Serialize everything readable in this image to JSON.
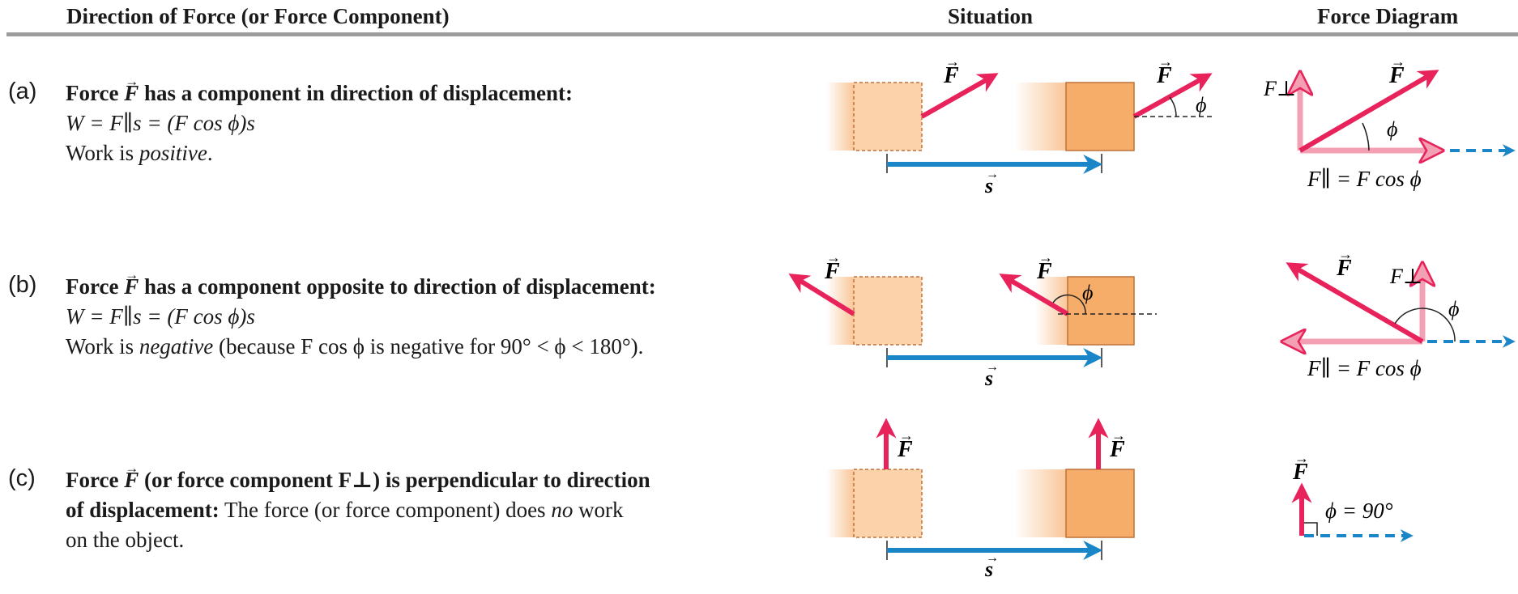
{
  "headers": {
    "direction": "Direction of Force (or Force Component)",
    "situation": "Situation",
    "force_diagram": "Force Diagram"
  },
  "rows": [
    {
      "letter": "(a)",
      "line1_pre": "Force ",
      "line1_vec": "F",
      "line1_post": " has a component in direction of displacement:",
      "formula": "W = F∥s = (F cos ϕ)s",
      "line3_pre": "Work is ",
      "line3_em": "positive",
      "line3_post": "."
    },
    {
      "letter": "(b)",
      "line1_pre": "Force ",
      "line1_vec": "F",
      "line1_post": " has a component opposite to direction of displacement:",
      "formula": "W = F∥s = (F cos ϕ)s",
      "line3_pre": "Work is ",
      "line3_em": "negative",
      "line3_post": " (because F cos ϕ is negative for 90° < ϕ < 180°)."
    },
    {
      "letter": "(c)",
      "line1_pre": "Force ",
      "line1_vec": "F",
      "line1_post": " (or force component F⊥) is perpendicular to direction",
      "line2_bold": "of displacement:",
      "line2_rest": " The force (or force component) does ",
      "line2_em": "no",
      "line2_post": " work",
      "line3": "on the object."
    }
  ],
  "labels": {
    "force": "F",
    "displacement": "s",
    "phi": "ϕ",
    "f_perp": "F⊥",
    "f_parallel_eq": "F∥ = F cos ϕ",
    "phi_90": "ϕ = 90°"
  },
  "colors": {
    "force_arrow": "#e8225a",
    "component_arrow": "#f4a0b4",
    "displacement_arrow": "#1a86c8",
    "block_fill": "#f6ad6a",
    "block_ghost_fill": "#fbd2aa",
    "block_border": "#c0703a",
    "header_rule": "#9c9c9c"
  }
}
